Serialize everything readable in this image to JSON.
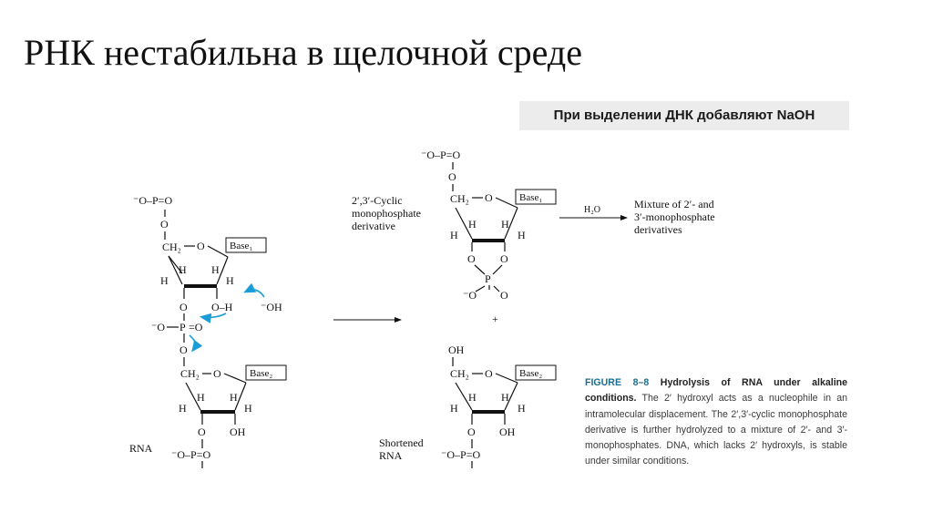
{
  "slide": {
    "title": "РНК нестабильна в щелочной среде"
  },
  "note": {
    "text": "При выделении ДНК добавляют NaOH"
  },
  "figure": {
    "phosphate_top": "⁻O–P=O",
    "o": "O",
    "o_minus": "⁻O",
    "ch2": "CH₂",
    "h": "H",
    "p": "P",
    "oh": "OH",
    "o_h": "O–H",
    "hydroxide": "⁻OH",
    "base1": "Base₁",
    "base2": "Base₂",
    "rna_label": "RNA",
    "cyclic_line1": "2′,3′-Cyclic",
    "cyclic_line2": "monophosphate",
    "cyclic_line3": "derivative",
    "water": "H₂O",
    "mixture_line1": "Mixture of 2′- and",
    "mixture_line2": "3′-monophosphate",
    "mixture_line3": "derivatives",
    "plus": "+",
    "shortened_line1": "Shortened",
    "shortened_line2": "RNA",
    "accent_color": "#1b9ed8",
    "caption_label_color": "#1f6d8f"
  },
  "caption": {
    "label": "FIGURE 8–8",
    "title": "Hydrolysis of RNA under alkaline conditions.",
    "body": "The 2′ hydroxyl acts as a nucleophile in an intramolecular displacement. The 2′,3′-cyclic monophosphate derivative is further hydrolyzed to a mixture of 2′- and 3′-monophosphates. DNA, which lacks 2′ hydroxyls, is stable under similar conditions."
  }
}
